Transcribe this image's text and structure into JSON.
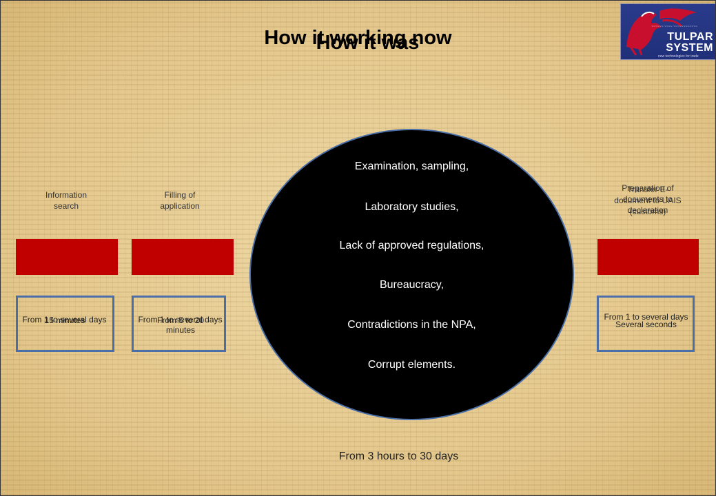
{
  "title_overlay_1": "How it working now",
  "title_overlay_2": "How it was",
  "logo": {
    "name_line1": "TULPAR",
    "name_line2": "SYSTEM",
    "tagline": "new technologies for trade",
    "colors": {
      "background": "#1f2f78",
      "emblem": "#c8102e"
    }
  },
  "steps": [
    {
      "label_lines": [
        "Information",
        "search"
      ],
      "time_overlay_a": "From 1 to several days",
      "time_overlay_b": "15 minutes"
    },
    {
      "label_lines": [
        "Filling of",
        "application"
      ],
      "time_overlay_a": "From 1 to several days",
      "time_overlay_b": "From 5 to 20 minutes"
    },
    {
      "label_overlay_a": "Preparation of documents to declaration",
      "label_overlay_b": "Transfer E-document to UAIS (customs)",
      "time_overlay_a": "From 1 to several days",
      "time_overlay_b": "Several seconds"
    }
  ],
  "circle_items": [
    "Examination, sampling,",
    "Laboratory studies,",
    "Lack of approved regulations,",
    "Bureaucracy,",
    "Contradictions in the NPA,",
    "Corrupt elements."
  ],
  "footer": "From 3 hours to 30 days",
  "colors": {
    "bar": "#c00000",
    "box_border": "#4a6fa8",
    "circle_fill": "#000000",
    "background": "#e8cf97"
  }
}
